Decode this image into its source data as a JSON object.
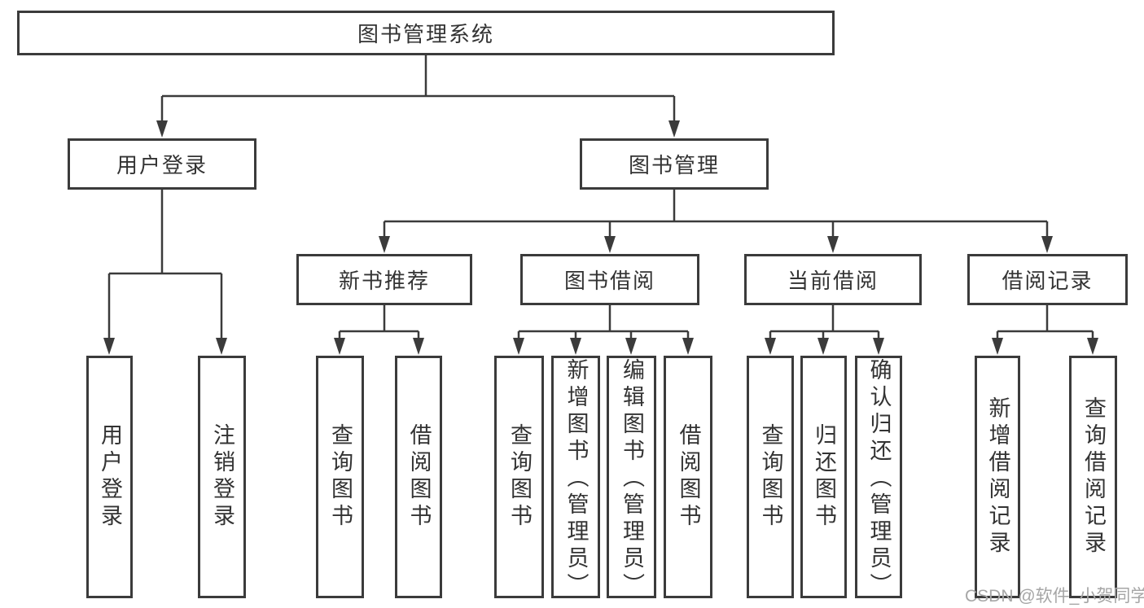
{
  "colors": {
    "line": "#3b3b3b",
    "box_border": "#3b3b3b",
    "text": "#333333",
    "watermark_text": "#a6a6a6",
    "background": "#ffffff"
  },
  "tree": {
    "label": "图书管理系统",
    "children": [
      {
        "label": "用户登录",
        "children": [
          {
            "label": "用户登录"
          },
          {
            "label": "注销登录"
          }
        ]
      },
      {
        "label": "图书管理",
        "children": [
          {
            "label": "新书推荐",
            "children": [
              {
                "label": "查询图书"
              },
              {
                "label": "借阅图书"
              }
            ]
          },
          {
            "label": "图书借阅",
            "children": [
              {
                "label": "查询图书"
              },
              {
                "label": "新增图书（管理员）"
              },
              {
                "label": "编辑图书（管理员）"
              },
              {
                "label": "借阅图书"
              }
            ]
          },
          {
            "label": "当前借阅",
            "children": [
              {
                "label": "查询图书"
              },
              {
                "label": "归还图书"
              },
              {
                "label": "确认归还（管理员）"
              }
            ]
          },
          {
            "label": "借阅记录",
            "children": [
              {
                "label": "新增借阅记录"
              },
              {
                "label": "查询借阅记录"
              }
            ]
          }
        ]
      }
    ]
  },
  "watermark": {
    "text": "CSDN @软件_小贺同学"
  }
}
